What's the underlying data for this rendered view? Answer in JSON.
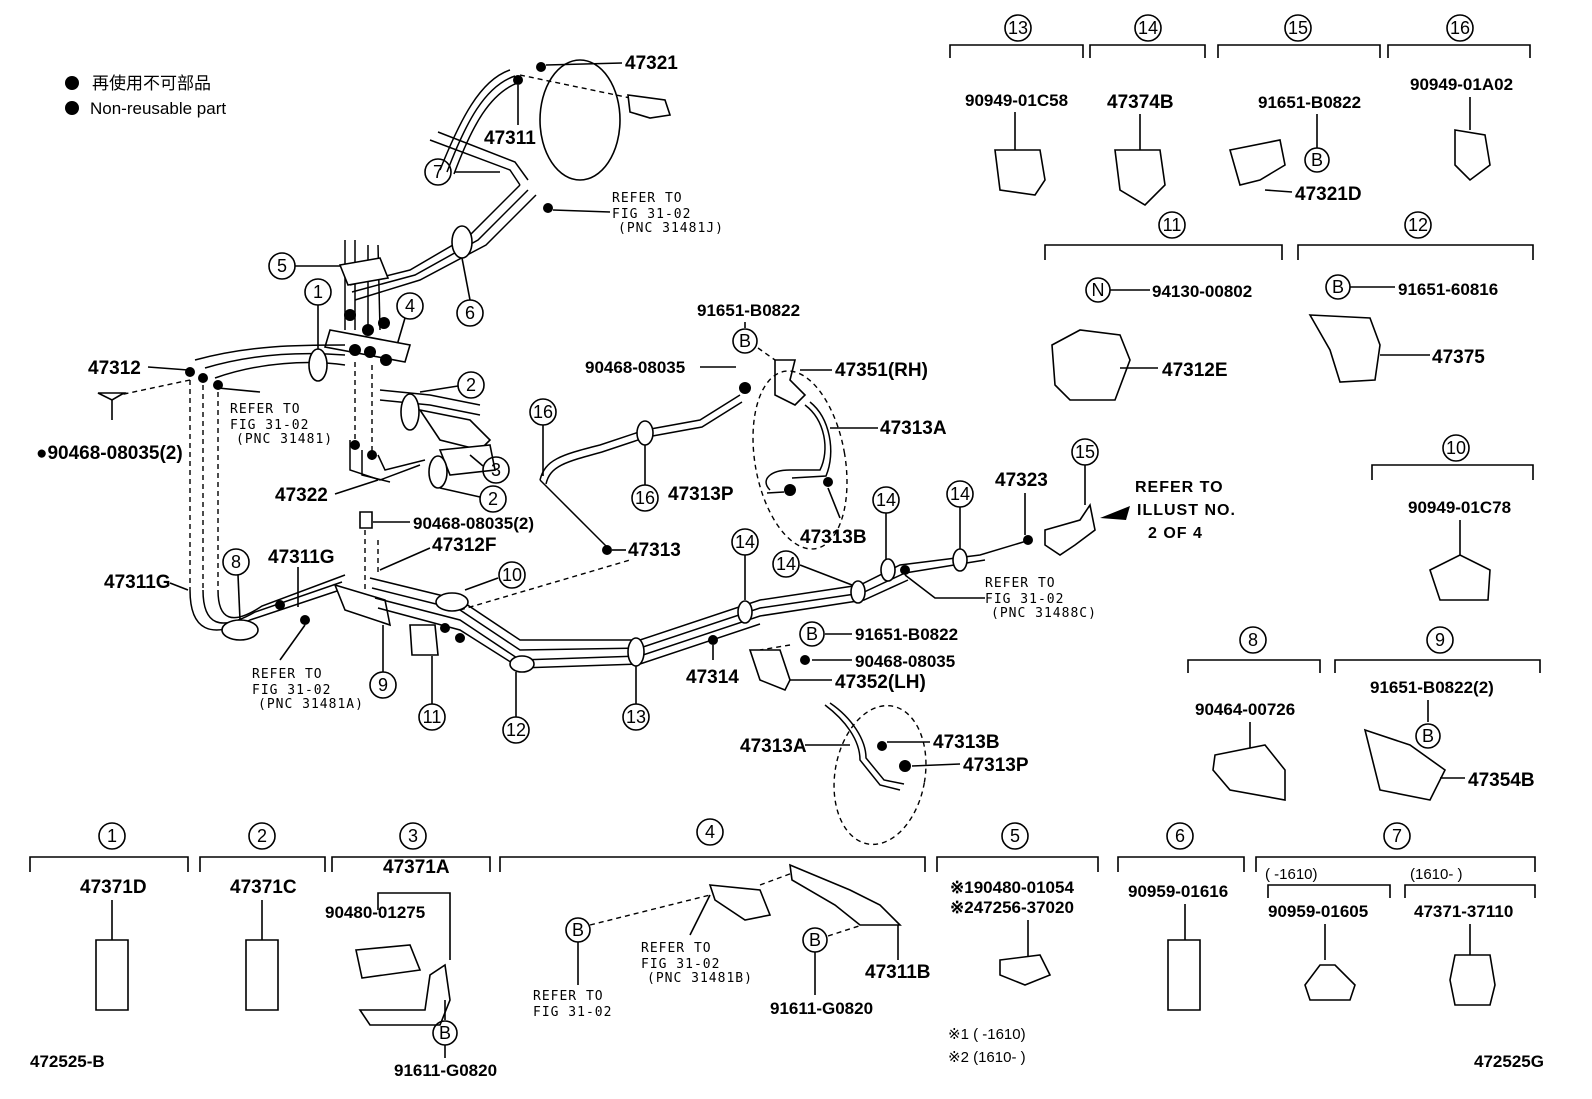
{
  "legend": {
    "symbol": "●",
    "line1": "再使用不可部品",
    "line2": "Non-reusable part"
  },
  "codes": {
    "left": "472525-B",
    "right": "472525G"
  },
  "main": {
    "p47321": "47321",
    "p47311": "47311",
    "c7": "7",
    "ref1_l1": "REFER TO",
    "ref1_l2": "FIG 31-02",
    "ref1_l3": "(PNC 31481J)",
    "c5": "5",
    "c6": "6",
    "c1": "1",
    "c4": "4",
    "p47312": "47312",
    "c2a": "2",
    "ref2_l1": "REFER TO",
    "ref2_l2": "FIG 31-02",
    "ref2_l3": "(PNC 31481)",
    "c3": "3",
    "c2b": "2",
    "p90468_2a": "●90468-08035(2)",
    "p47322": "47322",
    "p90468_2b": "90468-08035(2)",
    "p47312F": "47312F",
    "p47311G_a": "47311G",
    "p47311G_b": "47311G",
    "c8": "8",
    "c10": "10",
    "c9": "9",
    "c11": "11",
    "c12": "12",
    "c13": "13",
    "ref3_l1": "REFER TO",
    "ref3_l2": "FIG 31-02",
    "ref3_l3": "(PNC 31481A)",
    "p91651_top": "91651-B0822",
    "bB1": "B",
    "p90468_c": "90468-08035",
    "p47351": "47351(RH)",
    "p47313A_a": "47313A",
    "c16a": "16",
    "c16b": "16",
    "p47313P_a": "47313P",
    "p47313B_a": "47313B",
    "p47313": "47313",
    "c14a": "14",
    "c14b": "14",
    "c14c": "14",
    "c14d": "14",
    "p47323": "47323",
    "c15": "15",
    "ref4_l1": "REFER TO",
    "ref4_l2": "ILLUST NO.",
    "ref4_l3": "2 OF 4",
    "ref5_l1": "REFER TO",
    "ref5_l2": "FIG 31-02",
    "ref5_l3": "(PNC 31488C)",
    "bB2": "B",
    "p91651_mid": "91651-B0822",
    "p90468_d": "90468-08035",
    "p47314": "47314",
    "p47352": "47352(LH)",
    "p47313A_b": "47313A",
    "p47313B_b": "47313B",
    "p47313P_b": "47313P"
  },
  "topgroups": {
    "g13": {
      "num": "13",
      "part": "90949-01C58"
    },
    "g14": {
      "num": "14",
      "part": "47374B"
    },
    "g15": {
      "num": "15",
      "part1": "91651-B0822",
      "b": "B",
      "part2": "47321D"
    },
    "g16": {
      "num": "16",
      "part": "90949-01A02"
    },
    "g11": {
      "num": "11",
      "n": "N",
      "part1": "94130-00802",
      "part2": "47312E"
    },
    "g12": {
      "num": "12",
      "b": "B",
      "part1": "91651-60816",
      "part2": "47375"
    },
    "g10": {
      "num": "10",
      "part": "90949-01C78"
    },
    "g8": {
      "num": "8",
      "part": "90464-00726"
    },
    "g9": {
      "num": "9",
      "part1": "91651-B0822(2)",
      "b": "B",
      "part2": "47354B"
    }
  },
  "bottomgroups": {
    "g1": {
      "num": "1",
      "part": "47371D"
    },
    "g2": {
      "num": "2",
      "part": "47371C"
    },
    "g3": {
      "num": "3",
      "part1": "47371A",
      "part2": "90480-01275",
      "b": "B",
      "part3": "91611-G0820"
    },
    "g4": {
      "num": "4",
      "b1": "B",
      "ref_l1": "REFER TO",
      "ref_l2": "FIG 31-02",
      "refb_l1": "REFER TO",
      "refb_l2": "FIG 31-02",
      "refb_l3": "(PNC 31481B)",
      "b2": "B",
      "part1": "91611-G0820",
      "part2": "47311B"
    },
    "g5": {
      "num": "5",
      "part1": "※190480-01054",
      "part2": "※247256-37020",
      "note1": "※1 (      -1610)",
      "note2": "※2 (1610-       )"
    },
    "g6": {
      "num": "6",
      "part": "90959-01616"
    },
    "g7": {
      "num": "7",
      "sub1": "(      -1610)",
      "sub2": "(1610-       )",
      "part1": "90959-01605",
      "part2": "47371-37110"
    }
  }
}
